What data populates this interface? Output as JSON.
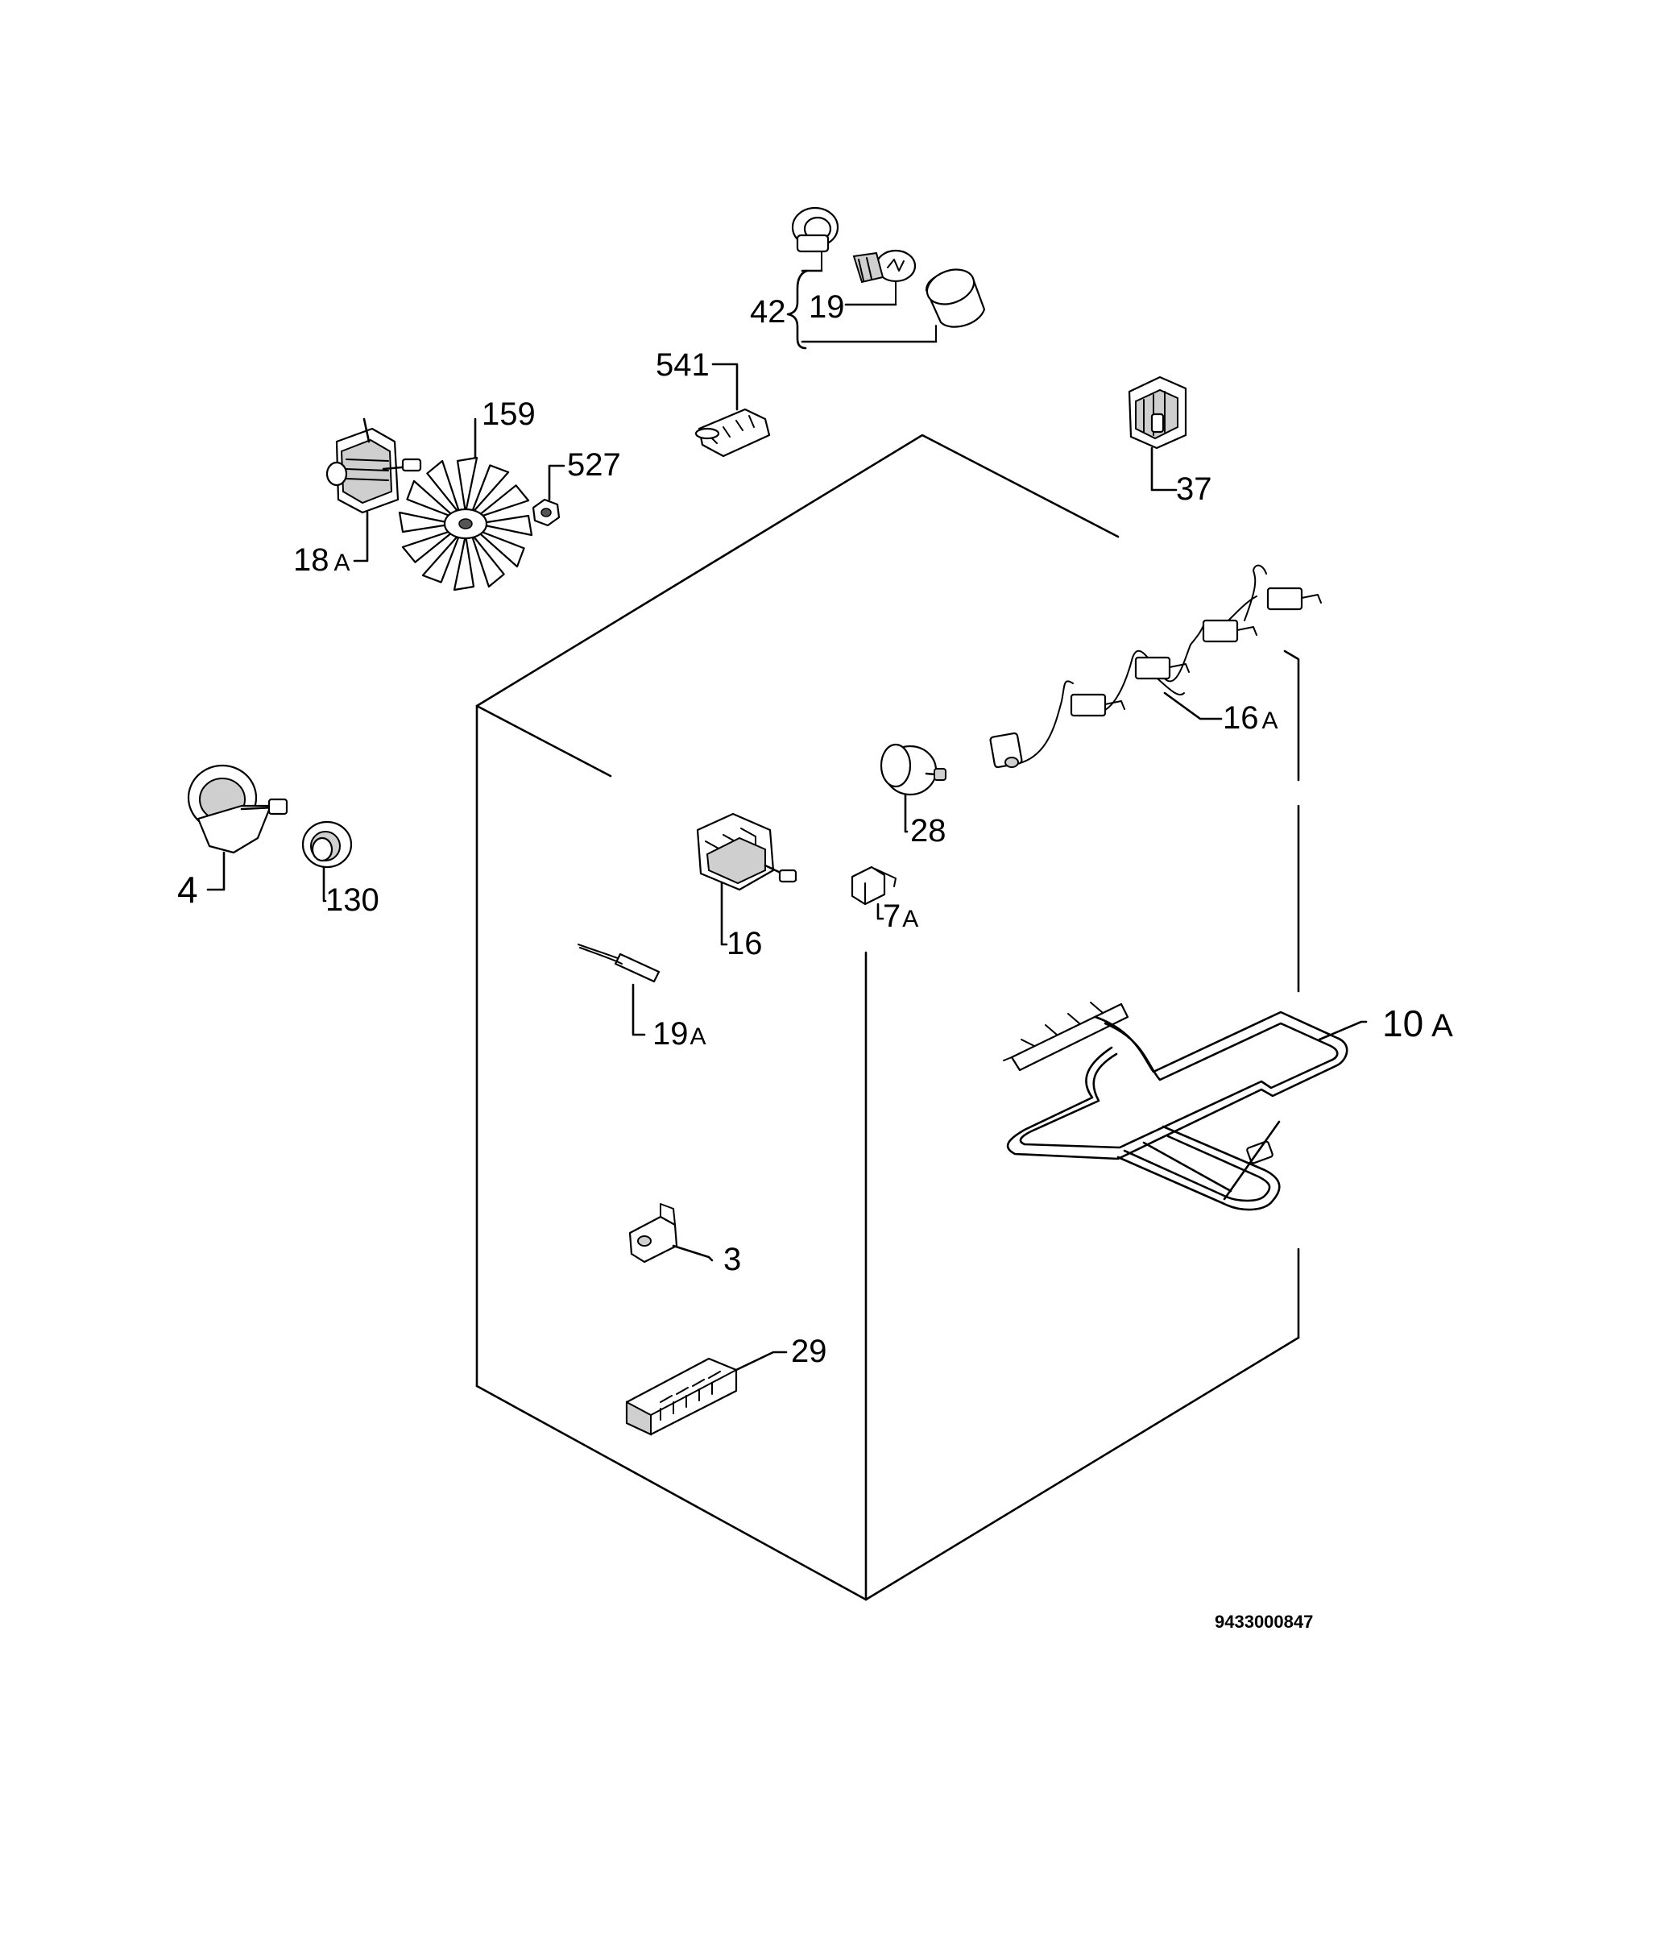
{
  "diagram": {
    "drawing_number": "9433000847",
    "callouts": [
      {
        "id": "42",
        "num": "42",
        "suffix": ""
      },
      {
        "id": "19",
        "num": "19",
        "suffix": ""
      },
      {
        "id": "541",
        "num": "541",
        "suffix": ""
      },
      {
        "id": "159",
        "num": "159",
        "suffix": ""
      },
      {
        "id": "527",
        "num": "527",
        "suffix": ""
      },
      {
        "id": "18A",
        "num": "18",
        "suffix": "A"
      },
      {
        "id": "37",
        "num": "37",
        "suffix": ""
      },
      {
        "id": "16A",
        "num": "16",
        "suffix": "A"
      },
      {
        "id": "28",
        "num": "28",
        "suffix": ""
      },
      {
        "id": "7A",
        "num": "7",
        "suffix": "A"
      },
      {
        "id": "16",
        "num": "16",
        "suffix": ""
      },
      {
        "id": "4",
        "num": "4",
        "suffix": ""
      },
      {
        "id": "130",
        "num": "130",
        "suffix": ""
      },
      {
        "id": "19A",
        "num": "19",
        "suffix": "A"
      },
      {
        "id": "10A",
        "num": "10",
        "suffix": "A"
      },
      {
        "id": "3",
        "num": "3",
        "suffix": ""
      },
      {
        "id": "29",
        "num": "29",
        "suffix": ""
      }
    ]
  }
}
